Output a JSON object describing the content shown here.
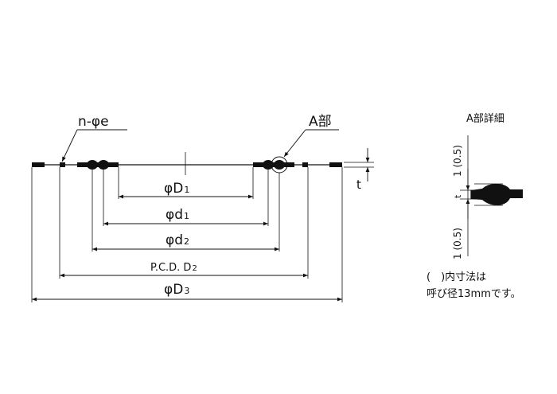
{
  "main_drawing": {
    "label_hole": "n-φe",
    "label_detail_ref": "A部",
    "thickness": "t",
    "dim_D1": "φD",
    "dim_D1_sub": "1",
    "dim_d1": "φd",
    "dim_d1_sub": "1",
    "dim_d2": "φd",
    "dim_d2_sub": "2",
    "dim_pcd_prefix": "P.C.D. D",
    "dim_pcd_sub": "2",
    "dim_D3": "φD",
    "dim_D3_sub": "3"
  },
  "detail": {
    "title": "A部詳細",
    "upper_dim": "1 (0.5)",
    "lower_dim": "1 (0.5)",
    "t_label": "t"
  },
  "note": {
    "line1": "(　)内寸法は",
    "line2": "呼び径13mmです。"
  }
}
